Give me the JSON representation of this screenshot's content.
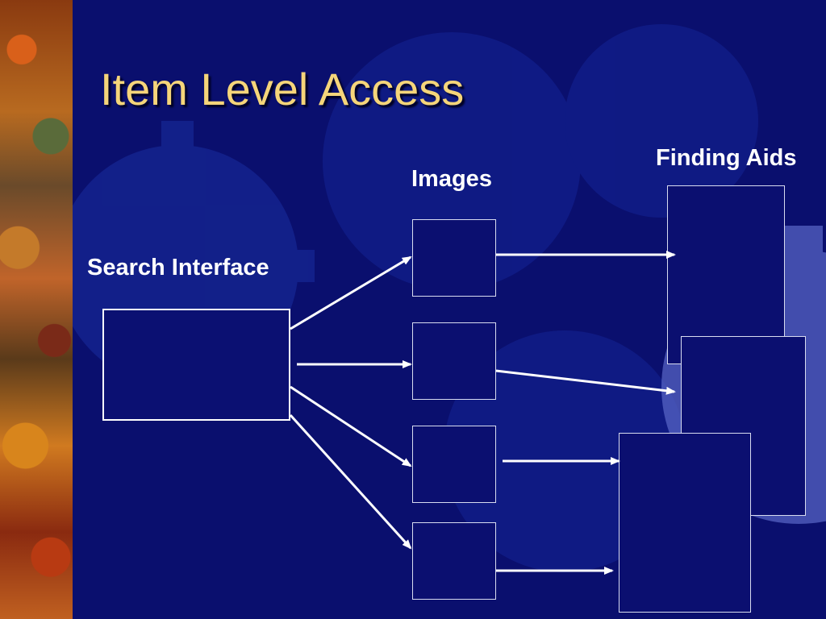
{
  "slide": {
    "title": "Item Level Access"
  },
  "diagram": {
    "search_interface_label": "Search Interface",
    "images_label": "Images",
    "finding_aids_label": "Finding Aids"
  },
  "colors": {
    "background": "#0a0f6e",
    "title": "#f5d57a",
    "label": "#ffffff",
    "box_fill": "#0b0f70",
    "gear": "#1a2ea0"
  }
}
